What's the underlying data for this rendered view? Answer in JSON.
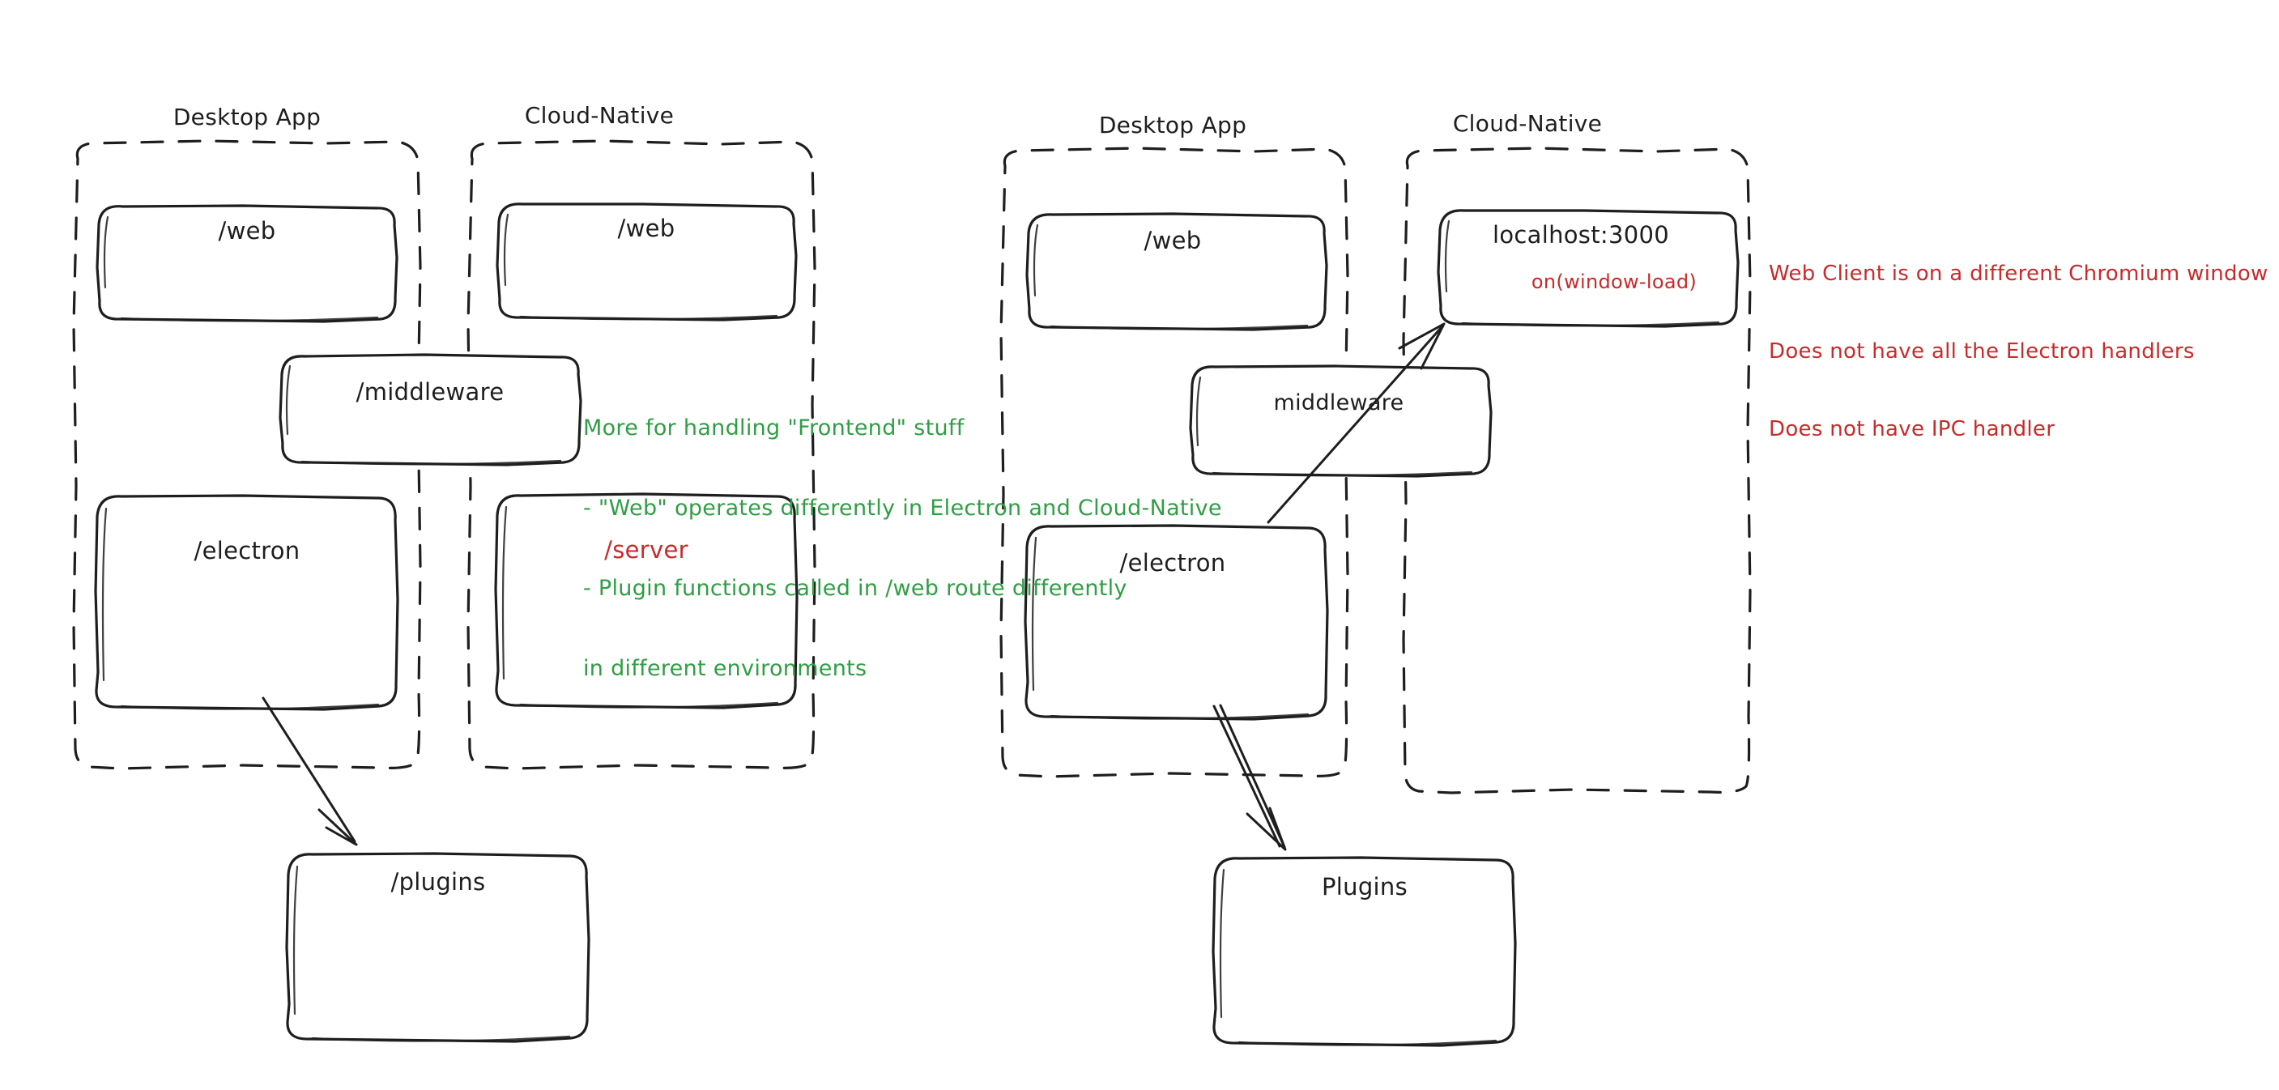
{
  "diagram": {
    "title": "Desktop App vs Cloud-Native architecture sketch",
    "style": "hand-drawn",
    "colors": {
      "stroke": "#1e1e1e",
      "green": "#2f9e44",
      "red": "#c92a2a",
      "background": "#ffffff"
    }
  },
  "left_diagram": {
    "groups": [
      {
        "label": "Desktop App"
      },
      {
        "label": "Cloud-Native"
      }
    ],
    "boxes": [
      {
        "label": "/web",
        "color": "black",
        "group": "Desktop App"
      },
      {
        "label": "/web",
        "color": "black",
        "group": "Cloud-Native"
      },
      {
        "label": "/middleware",
        "color": "black",
        "group": "spanning"
      },
      {
        "label": "/electron",
        "color": "black",
        "group": "Desktop App"
      },
      {
        "label": "/server",
        "color": "red",
        "group": "Cloud-Native"
      },
      {
        "label": "/plugins",
        "color": "black",
        "group": "outside"
      }
    ],
    "note": {
      "color": "#2f9e44",
      "lines": [
        "More for handling \"Frontend\" stuff",
        "- \"Web\" operates differently in Electron and Cloud-Native",
        "- Plugin functions called in /web route differently",
        "in different environments"
      ]
    },
    "arrows": [
      {
        "from": "/electron",
        "to": "/plugins"
      }
    ]
  },
  "right_diagram": {
    "groups": [
      {
        "label": "Desktop App"
      },
      {
        "label": "Cloud-Native"
      }
    ],
    "boxes": [
      {
        "label": "/web",
        "color": "black",
        "group": "Desktop App"
      },
      {
        "label": "localhost:3000",
        "sublabel": "on(window-load)",
        "color": "black",
        "sublabel_color": "red",
        "group": "Cloud-Native"
      },
      {
        "label": "middleware",
        "color": "black",
        "group": "spanning"
      },
      {
        "label": "/electron",
        "color": "black",
        "group": "Desktop App"
      },
      {
        "label": "Plugins",
        "color": "black",
        "group": "outside"
      }
    ],
    "note": {
      "color": "#c92a2a",
      "lines": [
        "Web Client is on a different Chromium window",
        "Does not have all the Electron handlers",
        "Does not have IPC handler"
      ]
    },
    "arrows": [
      {
        "from": "/electron",
        "to": "localhost:3000"
      },
      {
        "from": "/electron",
        "to": "Plugins"
      }
    ]
  }
}
